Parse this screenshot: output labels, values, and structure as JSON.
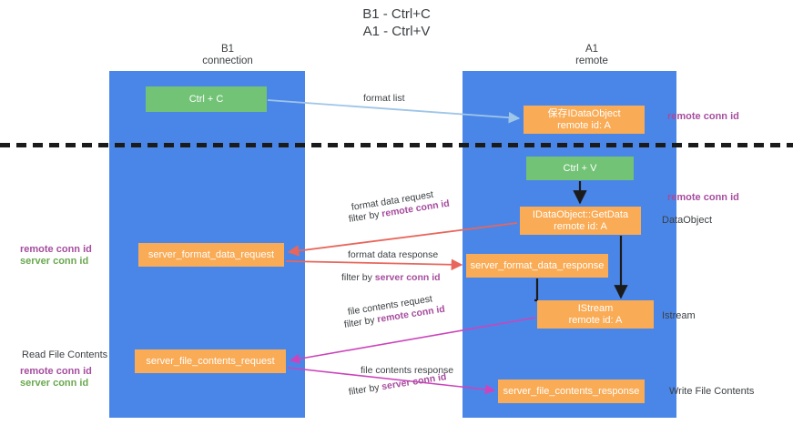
{
  "title": "B1 - Ctrl+C\nA1 - Ctrl+V",
  "columns": {
    "left": "B1\nconnection",
    "right": "A1\nremote"
  },
  "nodes": {
    "ctrl_c": "Ctrl + C",
    "data_object_l1": "保存IDataObject",
    "data_object_l2": "remote id: A",
    "ctrl_v": "Ctrl + V",
    "getdata_l1": "IDataObject::GetData",
    "getdata_l2": "remote id: A",
    "server_format_data_request": "server_format_data_request",
    "server_format_data_response": "server_format_data_response",
    "istream_l1": "IStream",
    "istream_l2": "remote id: A",
    "server_file_contents_request": "server_file_contents_request",
    "server_file_contents_response": "server_file_contents_response"
  },
  "edges": {
    "format_list": "format list",
    "format_data_request": "format data request",
    "format_data_request_filter_prefix": "filter by ",
    "format_data_request_filter_tag": "remote conn id",
    "format_data_response": "format data response",
    "format_data_response_filter_prefix": "filter by ",
    "format_data_response_filter_tag": "server conn id",
    "file_contents_request": "file contents request",
    "file_contents_request_filter_prefix": "filter by ",
    "file_contents_request_filter_tag": "remote conn id",
    "file_contents_response": "file contents response",
    "file_contents_response_filter_prefix": "filter by ",
    "file_contents_response_filter_tag": "server conn id"
  },
  "annotations": {
    "right_remote_conn_id_top": "remote conn id",
    "right_remote_conn_id_mid": "remote conn id",
    "data_object": "DataObject",
    "istream": "Istream",
    "write_file_contents": "Write File Contents",
    "left_remote_conn_id_1": "remote conn id",
    "left_server_conn_id_1": "server conn id",
    "read_file_contents": "Read File Contents",
    "left_remote_conn_id_2": "remote conn id",
    "left_server_conn_id_2": "server conn id"
  },
  "colors": {
    "lane": "#4a86e8",
    "node_orange": "#f9ab55",
    "node_green": "#72c376",
    "accent_purple": "#a64d9e",
    "accent_green": "#6aa84f",
    "arrow_red": "#e8665c",
    "arrow_magenta": "#cc44bb",
    "arrow_blue": "#9fc5e8",
    "arrow_black": "#1b1b1b"
  }
}
